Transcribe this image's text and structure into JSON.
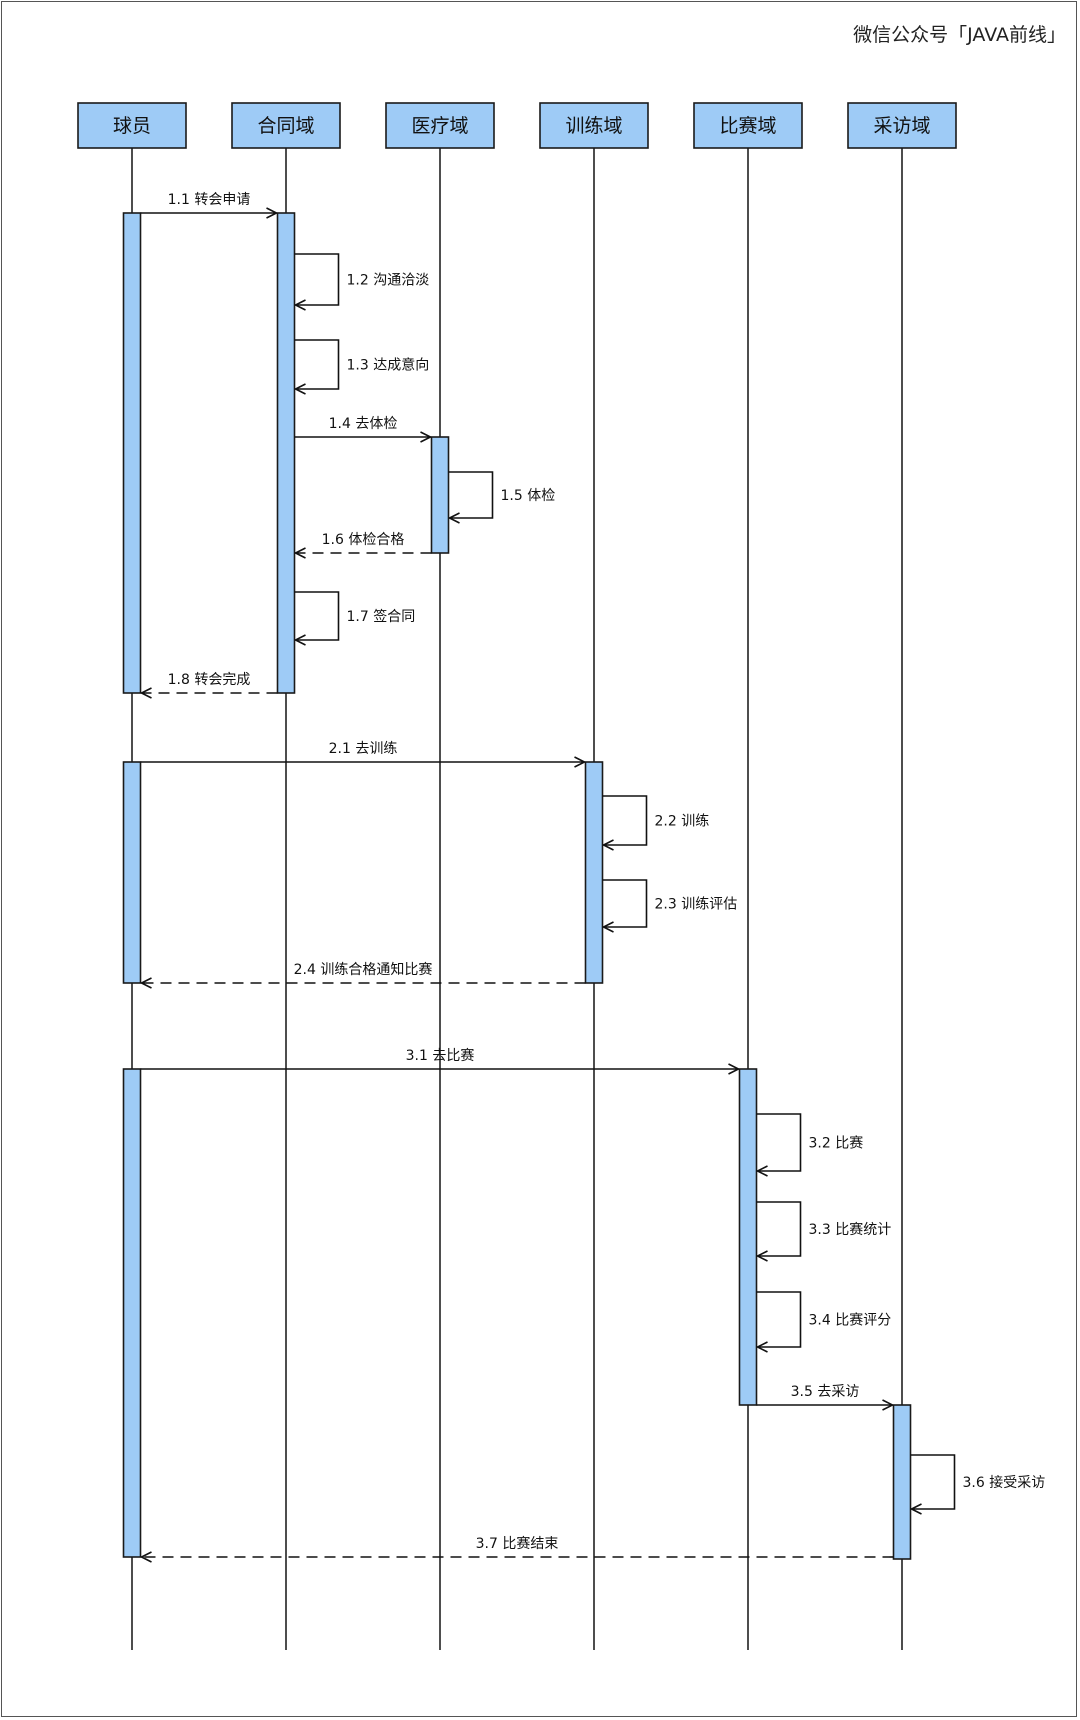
{
  "brand": "微信公众号「JAVA前线」",
  "actors": [
    {
      "id": "player",
      "label": "球员"
    },
    {
      "id": "contract",
      "label": "合同域"
    },
    {
      "id": "medical",
      "label": "医疗域"
    },
    {
      "id": "training",
      "label": "训练域"
    },
    {
      "id": "match",
      "label": "比赛域"
    },
    {
      "id": "interview",
      "label": "采访域"
    }
  ],
  "messages": [
    {
      "label": "1.1 转会申请",
      "from": "player",
      "to": "contract",
      "type": "sync"
    },
    {
      "label": "1.2 沟通洽淡",
      "from": "contract",
      "to": "contract",
      "type": "self"
    },
    {
      "label": "1.3 达成意向",
      "from": "contract",
      "to": "contract",
      "type": "self"
    },
    {
      "label": "1.4 去体检",
      "from": "contract",
      "to": "medical",
      "type": "sync"
    },
    {
      "label": "1.5 体检",
      "from": "medical",
      "to": "medical",
      "type": "self"
    },
    {
      "label": "1.6 体检合格",
      "from": "medical",
      "to": "contract",
      "type": "return"
    },
    {
      "label": "1.7 签合同",
      "from": "contract",
      "to": "contract",
      "type": "self"
    },
    {
      "label": "1.8 转会完成",
      "from": "contract",
      "to": "player",
      "type": "return"
    },
    {
      "label": "2.1 去训练",
      "from": "player",
      "to": "training",
      "type": "sync"
    },
    {
      "label": "2.2 训练",
      "from": "training",
      "to": "training",
      "type": "self"
    },
    {
      "label": "2.3 训练评估",
      "from": "training",
      "to": "training",
      "type": "self"
    },
    {
      "label": "2.4 训练合格通知比赛",
      "from": "training",
      "to": "player",
      "type": "return"
    },
    {
      "label": "3.1 去比赛",
      "from": "player",
      "to": "match",
      "type": "sync"
    },
    {
      "label": "3.2 比赛",
      "from": "match",
      "to": "match",
      "type": "self"
    },
    {
      "label": "3.3 比赛统计",
      "from": "match",
      "to": "match",
      "type": "self"
    },
    {
      "label": "3.4 比赛评分",
      "from": "match",
      "to": "match",
      "type": "self"
    },
    {
      "label": "3.5 去采访",
      "from": "match",
      "to": "interview",
      "type": "sync"
    },
    {
      "label": "3.6 接受采访",
      "from": "interview",
      "to": "interview",
      "type": "self"
    },
    {
      "label": "3.7 比赛结束",
      "from": "interview",
      "to": "player",
      "type": "return"
    }
  ],
  "colors": {
    "actor_fill": "#9ecbf6",
    "line": "#111111"
  }
}
